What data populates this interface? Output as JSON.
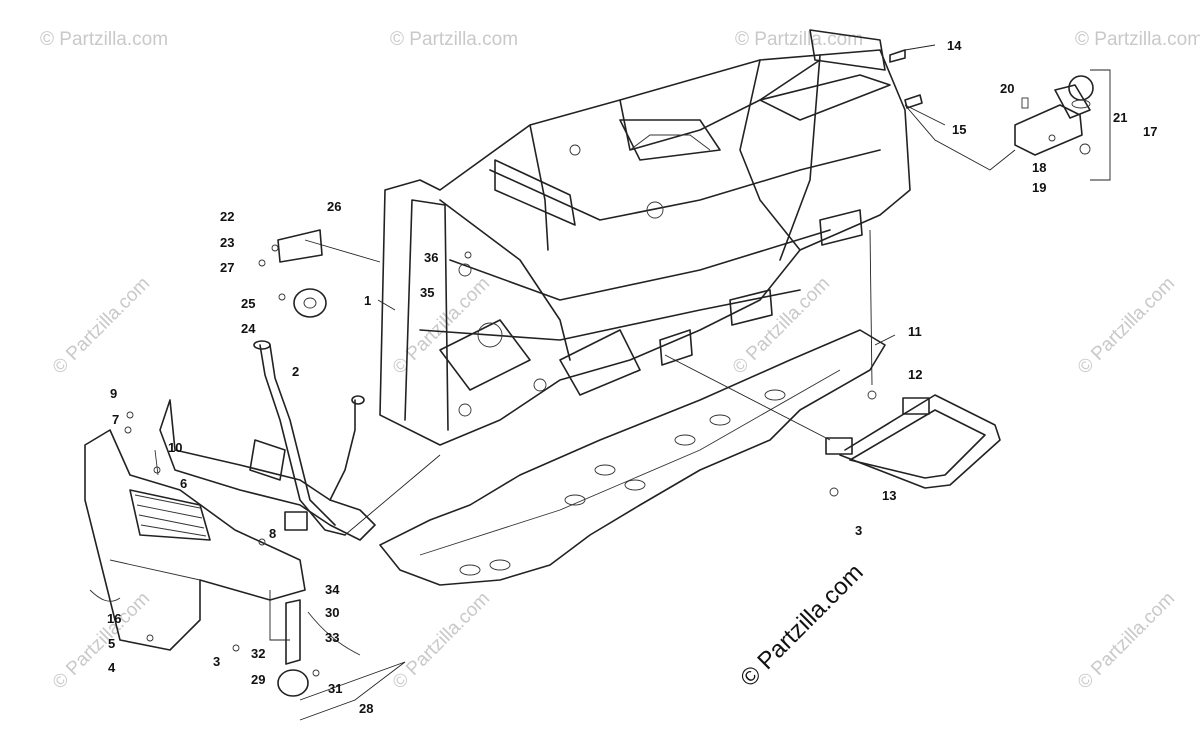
{
  "watermark": "© Partzilla.com",
  "copyright": "© Partzilla.com",
  "callouts": [
    "1",
    "2",
    "3",
    "3",
    "4",
    "5",
    "6",
    "7",
    "8",
    "9",
    "10",
    "11",
    "12",
    "13",
    "14",
    "15",
    "16",
    "17",
    "18",
    "19",
    "20",
    "21",
    "22",
    "23",
    "24",
    "25",
    "26",
    "27",
    "28",
    "29",
    "30",
    "31",
    "32",
    "33",
    "34",
    "35",
    "36"
  ]
}
